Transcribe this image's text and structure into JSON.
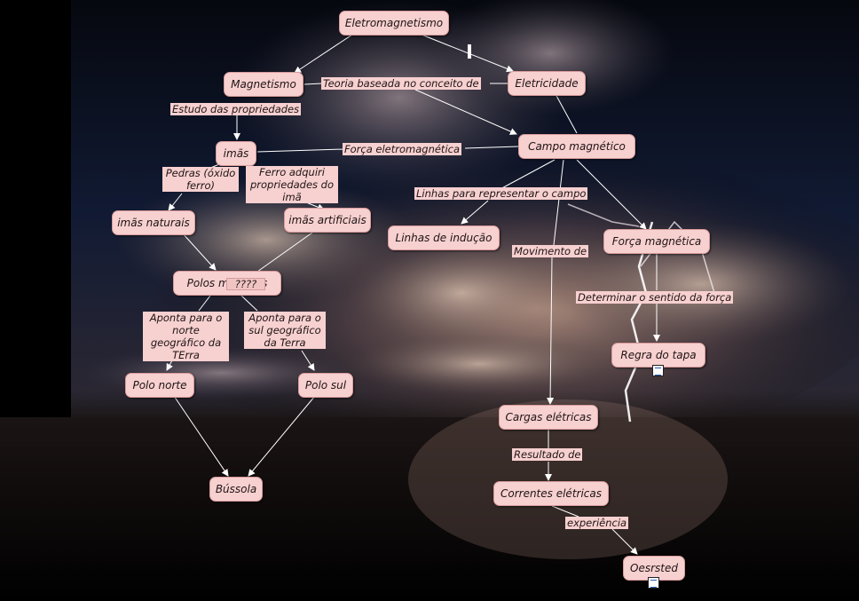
{
  "concepts": {
    "eletromagnetismo": "Eletromagnetismo",
    "magnetismo": "Magnetismo",
    "eletricidade": "Eletricidade",
    "imas": "imãs",
    "campo_magnetico": "Campo magnético",
    "imas_naturais": "imãs naturais",
    "imas_artificiais": "imãs artificiais",
    "linhas_inducao": "Linhas de indução",
    "forca_magnetica": "Força magnética",
    "polos": "Polos ma",
    "polos_overlay": "????",
    "polos_tail": "s",
    "regra_tapa": "Regra do tapa",
    "polo_norte": "Polo norte",
    "polo_sul": "Polo sul",
    "cargas_eletricas": "Cargas elétricas",
    "bussola": "Bússola",
    "correntes_eletricas": "Correntes elétricas",
    "oersted": "Oesrsted"
  },
  "links": {
    "teoria": "Teoria baseada no conceito de",
    "estudo": "Estudo das propriedades",
    "forca_eletro": "Força eletromagnética",
    "pedras": "Pedras (óxido ferro)",
    "ferro": "Ferro adquiri propriedades do imã",
    "linhas_representar": "Linhas para representar o campo",
    "movimento": "Movimento de",
    "determinar": "Determinar o sentido da força",
    "aponta_norte": "Aponta para o norte geográfico da TErra",
    "aponta_sul": "Aponta para o sul geográfico da Terra",
    "resultado": "Resultado de",
    "experiencia": "experiência"
  },
  "resource_icons": [
    "document-icon",
    "document-icon"
  ],
  "colors": {
    "node_fill": "#f7d0d0",
    "link_line": "#ffffff",
    "sky": "#0b1022"
  }
}
